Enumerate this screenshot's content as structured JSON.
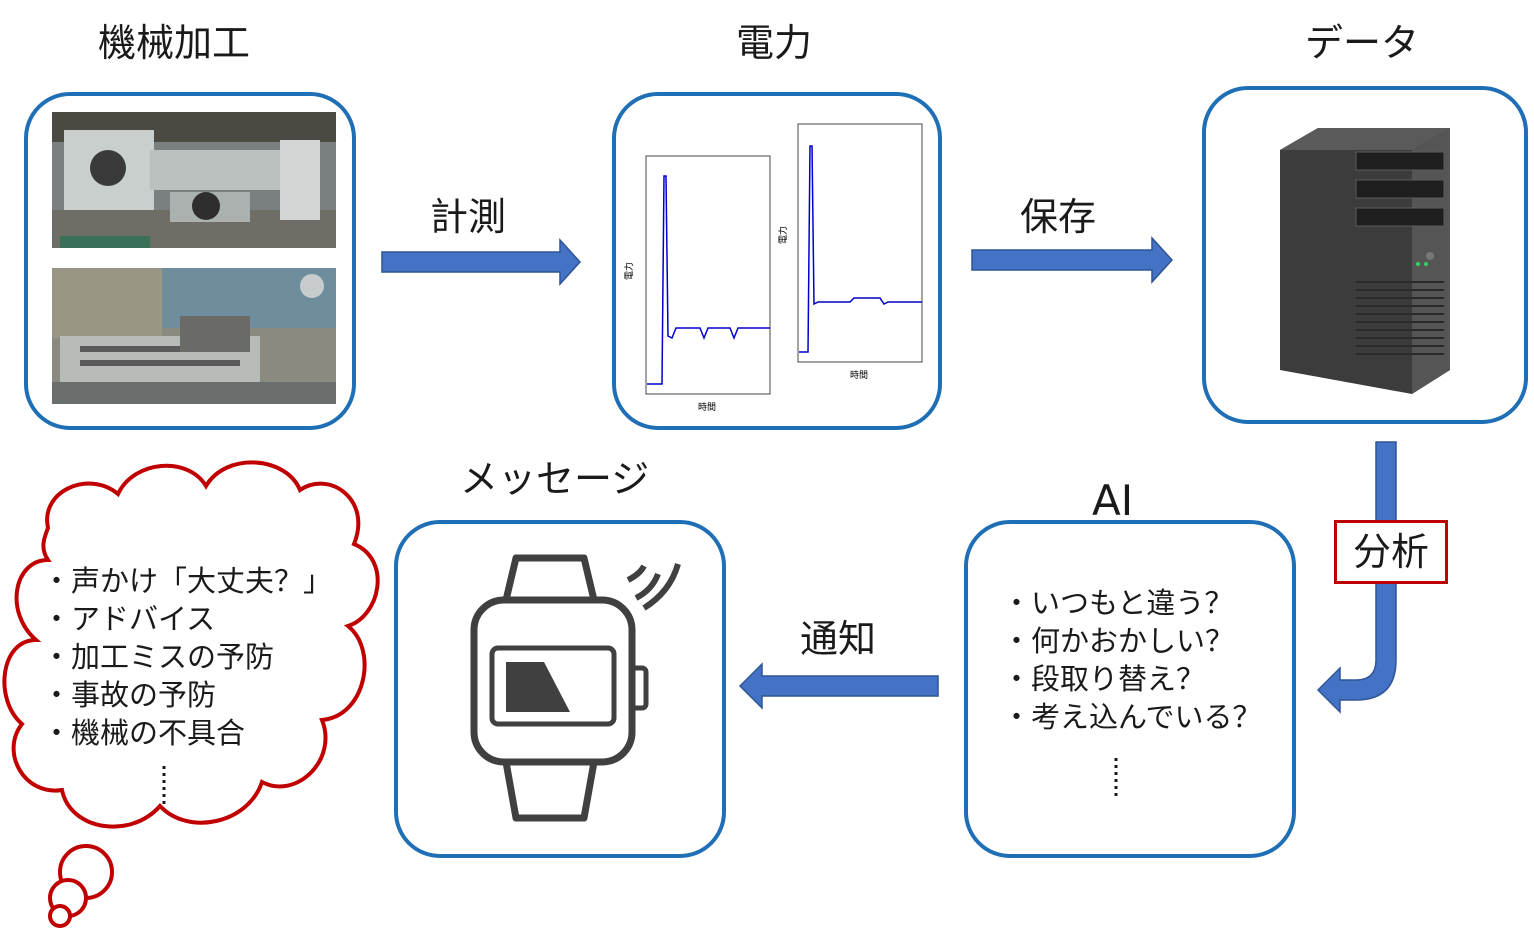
{
  "titles": {
    "machining": "機械加工",
    "power": "電力",
    "data": "データ",
    "message": "メッセージ",
    "ai": "AI"
  },
  "arrows": {
    "measure": "計測",
    "save": "保存",
    "analyze": "分析",
    "notify": "通知"
  },
  "chart_small": {
    "left_ylabel": "電力",
    "left_xlabel": "時間",
    "right_ylabel": "電力",
    "right_xlabel": "時間"
  },
  "ai_list": [
    "・いつもと違う？",
    "・何かおかしい？",
    "・段取り替え？",
    "・考え込んでいる？"
  ],
  "cloud_list": [
    "・声かけ「大丈夫？」",
    "・アドバイス",
    "・加工ミスの予防",
    "・事故の予防",
    "・機械の不具合"
  ],
  "colors": {
    "box_border": "#1f6fb6",
    "arrow_fill": "#4472c4",
    "cloud_border": "#c00000",
    "analyze_border": "#c00000",
    "signal_line": "#0000cc"
  },
  "icons": {
    "lathe_photo": "lathe-machine-photo",
    "milling_photo": "milling-machine-photo",
    "server": "server-tower-icon",
    "watch": "smartwatch-icon"
  }
}
